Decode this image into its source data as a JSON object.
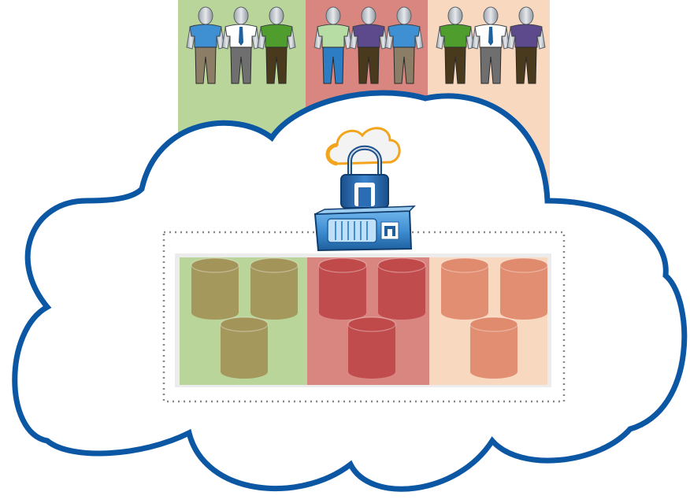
{
  "colors": {
    "background": "#ffffff",
    "cloud_outline": "#0b57a4",
    "cloud_fill": "#ffffff",
    "zone_green": "#b9d59a",
    "zone_red": "#d98580",
    "zone_peach": "#f9d8c0",
    "cylinder_green": "#a3955a",
    "cylinder_red": "#c0494a",
    "cylinder_peach": "#e08a6e",
    "appliance_blue": "#3f8fd3",
    "lock_blue": "#2b6db5",
    "mini_cloud_orange": "#f2a41c",
    "dotted_border": "#888888"
  },
  "tenants": [
    {
      "zone": "green",
      "users": [
        {
          "shirt": "#3f8fd3",
          "pants": "#8b7d66",
          "tie": false
        },
        {
          "shirt": "#ffffff",
          "pants": "#6f6f6f",
          "tie": true
        },
        {
          "shirt": "#4e9d2d",
          "pants": "#4a3a1d",
          "tie": false
        }
      ],
      "volumes": 3
    },
    {
      "zone": "red",
      "users": [
        {
          "shirt": "#b7dca4",
          "pants": "#2c7dc3",
          "tie": false
        },
        {
          "shirt": "#5c4a8c",
          "pants": "#4a3a1d",
          "tie": false
        },
        {
          "shirt": "#3f8fd3",
          "pants": "#8b7d66",
          "tie": false
        }
      ],
      "volumes": 3
    },
    {
      "zone": "peach",
      "users": [
        {
          "shirt": "#4e9d2d",
          "pants": "#4a3a1d",
          "tie": false
        },
        {
          "shirt": "#ffffff",
          "pants": "#6f6f6f",
          "tie": true
        },
        {
          "shirt": "#5c4a8c",
          "pants": "#4a3a1d",
          "tie": false
        }
      ],
      "volumes": 3
    }
  ],
  "icons": {
    "cloud": "cloud-icon",
    "lock": "padlock-icon",
    "appliance": "storage-controller-icon",
    "volume": "database-cylinder-icon",
    "user": "user-icon"
  }
}
